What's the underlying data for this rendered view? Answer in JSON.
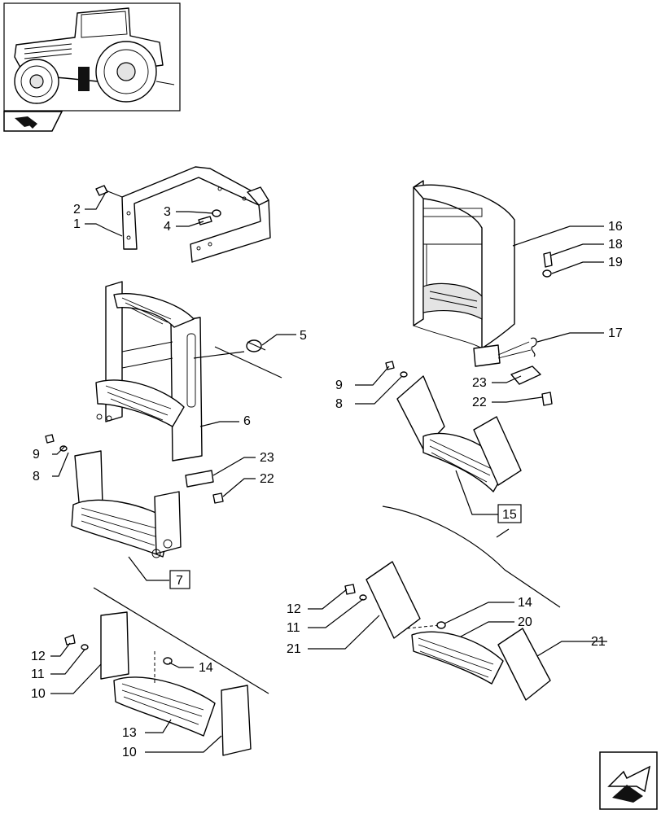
{
  "callouts": {
    "c1": "1",
    "c2": "2",
    "c3": "3",
    "c4": "4",
    "c5": "5",
    "c6": "6",
    "c7": "7",
    "c8a": "8",
    "c8b": "8",
    "c9a": "9",
    "c9b": "9",
    "c10a": "10",
    "c10b": "10",
    "c11a": "11",
    "c11b": "11",
    "c12a": "12",
    "c12b": "12",
    "c13": "13",
    "c14a": "14",
    "c14b": "14",
    "c15": "15",
    "c16": "16",
    "c17": "17",
    "c18": "18",
    "c19": "19",
    "c20": "20",
    "c21a": "21",
    "c21b": "21",
    "c22a": "22",
    "c22b": "22",
    "c23a": "23",
    "c23b": "23"
  },
  "icons": {
    "thumbnail": "tractor-location-icon",
    "section_badge": "book-arrow-icon",
    "next_page": "next-page-arrow-icon"
  }
}
